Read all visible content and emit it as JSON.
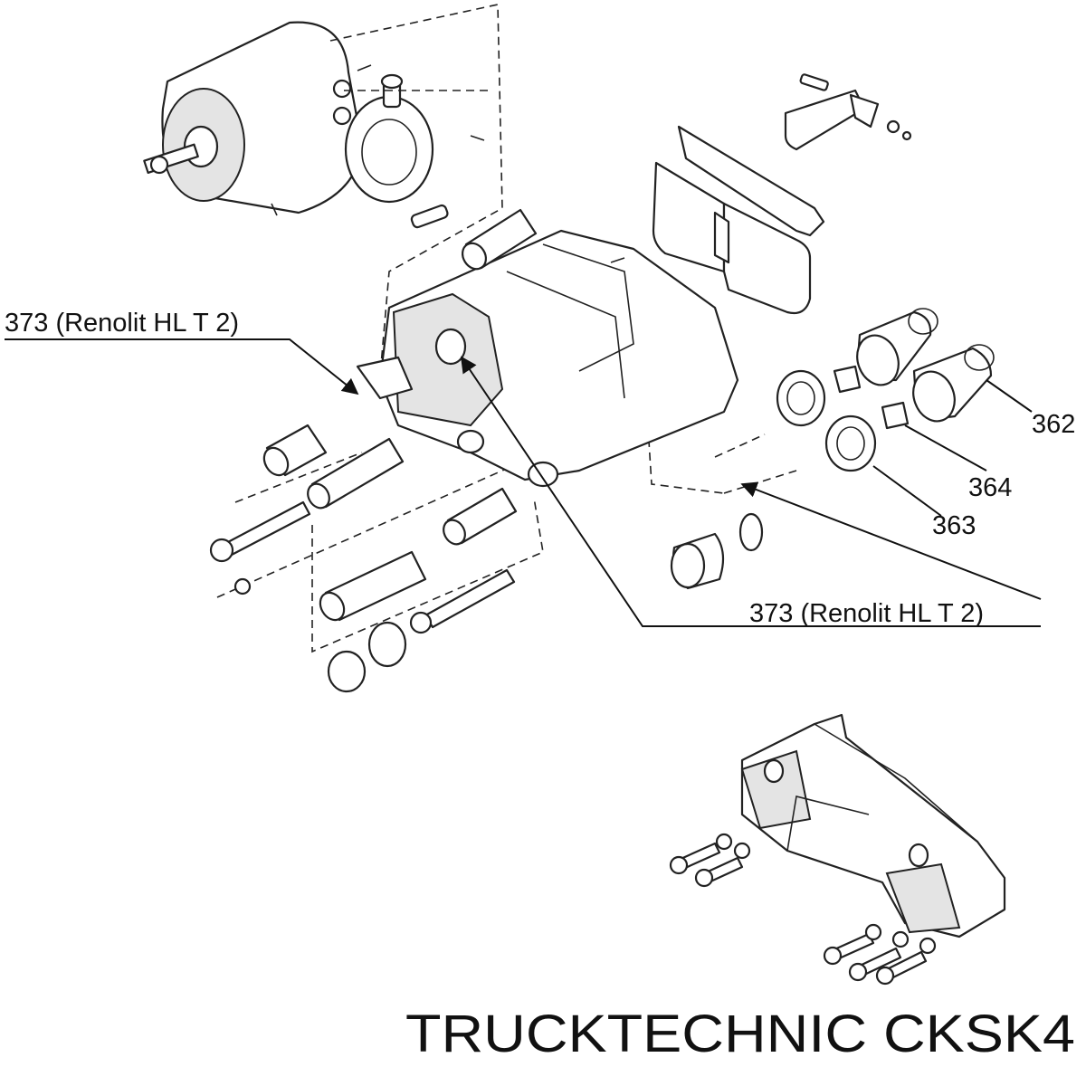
{
  "labels": {
    "callout_top_left": "373  (Renolit  HL  T  2)",
    "callout_bottom_right": "373  (Renolit  HL  T  2)",
    "part_362": "362",
    "part_364": "364",
    "part_363": "363"
  },
  "brand_caption": "TRUCKTECHNIC CKSK4"
}
